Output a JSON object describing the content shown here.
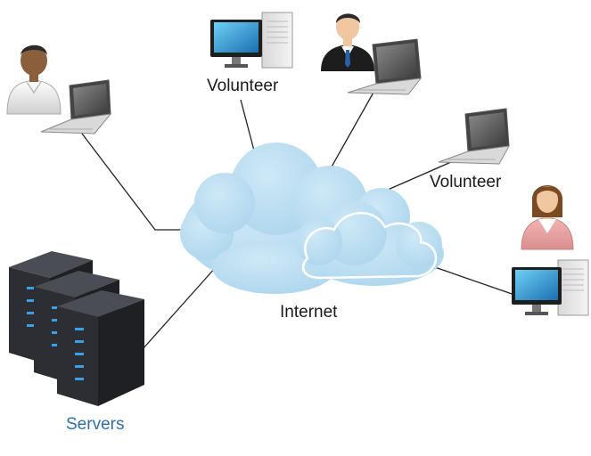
{
  "labels": {
    "volunteer_top": "Volunteer",
    "volunteer_right": "Volunteer",
    "internet": "Internet",
    "servers": "Servers"
  },
  "nodes": [
    {
      "name": "person-male-casual-icon"
    },
    {
      "name": "laptop-icon"
    },
    {
      "name": "desktop-computer-icon"
    },
    {
      "name": "person-businessman-icon"
    },
    {
      "name": "laptop-icon"
    },
    {
      "name": "laptop-icon"
    },
    {
      "name": "person-female-icon"
    },
    {
      "name": "desktop-computer-icon"
    },
    {
      "name": "server-rack-icon"
    },
    {
      "name": "cloud-icon"
    }
  ],
  "colors": {
    "cloud_fill": "#a9d4ec",
    "cloud_highlight": "#cfe8f6",
    "line": "#222222",
    "servers_label": "#2f6fa8",
    "server_body": "#2c2e33",
    "server_led": "#3aa0e6"
  }
}
